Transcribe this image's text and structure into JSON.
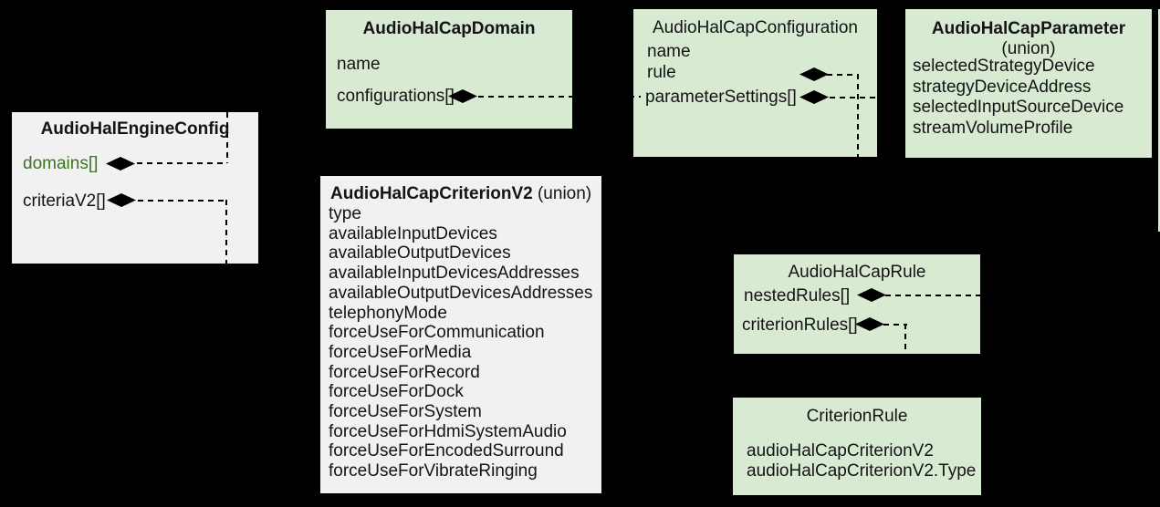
{
  "diagram": {
    "background": "#000000",
    "colors": {
      "green_box": "#d9ead3",
      "gray_box": "#f1f1f1",
      "text": "#141414",
      "domains_text": "#38761d",
      "connector": "#000000"
    },
    "icons": {
      "diamond": "composition-diamond"
    },
    "boxes": {
      "engine": {
        "title": "AudioHalEngineConfig",
        "fields": [
          "domains[]",
          "criteriaV2[]"
        ]
      },
      "domain": {
        "title": "AudioHalCapDomain",
        "fields": [
          "name",
          "configurations[]"
        ]
      },
      "configuration": {
        "title": "AudioHalCapConfiguration",
        "fields": [
          "name",
          "rule",
          "parameterSettings[]"
        ]
      },
      "parameter": {
        "title": "AudioHalCapParameter",
        "subtitle": "(union)",
        "fields": [
          "selectedStrategyDevice",
          "strategyDeviceAddress",
          "selectedInputSourceDevice",
          "streamVolumeProfile"
        ]
      },
      "criterionV2": {
        "title": "AudioHalCapCriterionV2",
        "title_suffix": "(union)",
        "fields": [
          "type",
          "availableInputDevices",
          "availableOutputDevices",
          "availableInputDevicesAddresses",
          "availableOutputDevicesAddresses",
          "telephonyMode",
          "forceUseForCommunication",
          "forceUseForMedia",
          "forceUseForRecord",
          "forceUseForDock",
          "forceUseForSystem",
          "forceUseForHdmiSystemAudio",
          "forceUseForEncodedSurround",
          "forceUseForVibrateRinging"
        ]
      },
      "rule": {
        "title": "AudioHalCapRule",
        "fields": [
          "nestedRules[]",
          "criterionRules[]"
        ]
      },
      "criterionRule": {
        "title": "CriterionRule",
        "fields": [
          "audioHalCapCriterionV2",
          "audioHalCapCriterionV2.Type"
        ]
      }
    }
  }
}
